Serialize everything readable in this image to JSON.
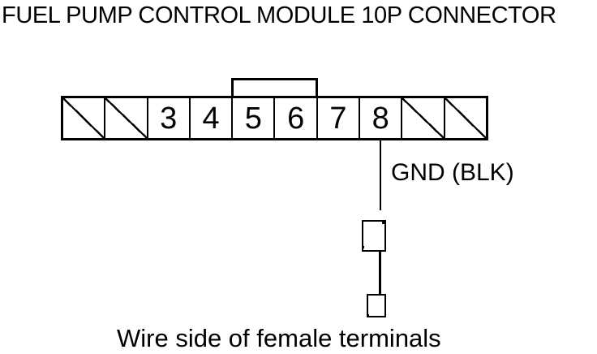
{
  "title": "FUEL PUMP CONTROL MODULE 10P CONNECTOR",
  "connector": {
    "name": "10P connector",
    "pins": [
      {
        "label": "",
        "slashed": true
      },
      {
        "label": "",
        "slashed": true
      },
      {
        "label": "3",
        "slashed": false
      },
      {
        "label": "4",
        "slashed": false
      },
      {
        "label": "5",
        "slashed": false
      },
      {
        "label": "6",
        "slashed": false
      },
      {
        "label": "7",
        "slashed": false
      },
      {
        "label": "8",
        "slashed": false
      },
      {
        "label": "",
        "slashed": true
      },
      {
        "label": "",
        "slashed": true
      }
    ]
  },
  "wire": {
    "from_pin": "8",
    "label": "GND (BLK)"
  },
  "caption": "Wire side of female terminals",
  "colors": {
    "line": "#000000",
    "background": "#ffffff"
  }
}
